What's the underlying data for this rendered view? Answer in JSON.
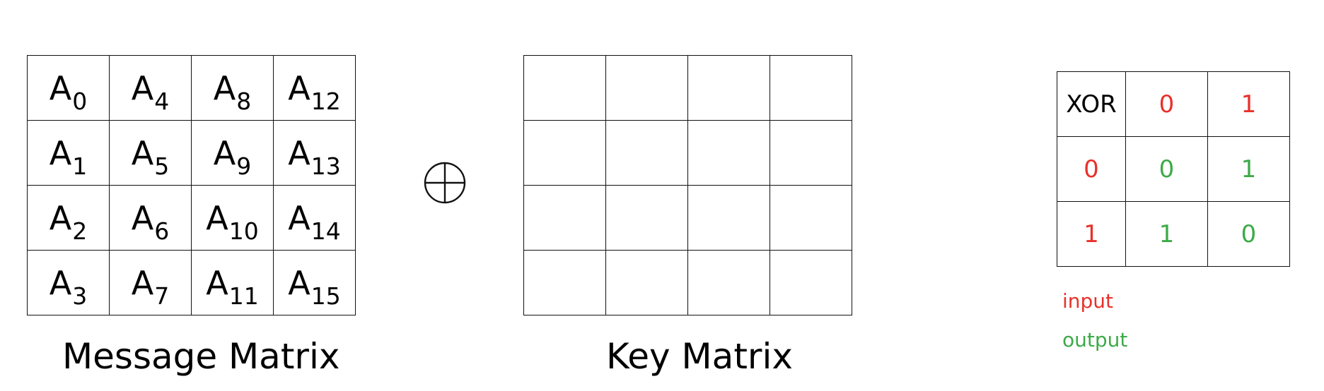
{
  "message_matrix": {
    "rows": [
      [
        {
          "base": "A",
          "sub": "0"
        },
        {
          "base": "A",
          "sub": "4"
        },
        {
          "base": "A",
          "sub": "8"
        },
        {
          "base": "A",
          "sub": "12"
        }
      ],
      [
        {
          "base": "A",
          "sub": "1"
        },
        {
          "base": "A",
          "sub": "5"
        },
        {
          "base": "A",
          "sub": "9"
        },
        {
          "base": "A",
          "sub": "13"
        }
      ],
      [
        {
          "base": "A",
          "sub": "2"
        },
        {
          "base": "A",
          "sub": "6"
        },
        {
          "base": "A",
          "sub": "10"
        },
        {
          "base": "A",
          "sub": "14"
        }
      ],
      [
        {
          "base": "A",
          "sub": "3"
        },
        {
          "base": "A",
          "sub": "7"
        },
        {
          "base": "A",
          "sub": "11"
        },
        {
          "base": "A",
          "sub": "15"
        }
      ]
    ],
    "caption": "Message Matrix"
  },
  "operator": {
    "icon": "circled-plus-icon"
  },
  "key_matrix": {
    "rows": [
      [
        "",
        "",
        "",
        ""
      ],
      [
        "",
        "",
        "",
        ""
      ],
      [
        "",
        "",
        "",
        ""
      ],
      [
        "",
        "",
        "",
        ""
      ]
    ],
    "caption": "Key Matrix"
  },
  "xor_table": {
    "header": "XOR",
    "col_inputs": [
      "0",
      "1"
    ],
    "row_inputs": [
      "0",
      "1"
    ],
    "outputs": [
      [
        "0",
        "1"
      ],
      [
        "1",
        "0"
      ]
    ]
  },
  "legend": {
    "input_label": "input",
    "output_label": "output"
  },
  "colors": {
    "input": "#e8312a",
    "output": "#3daa48",
    "lines": "#111111"
  }
}
